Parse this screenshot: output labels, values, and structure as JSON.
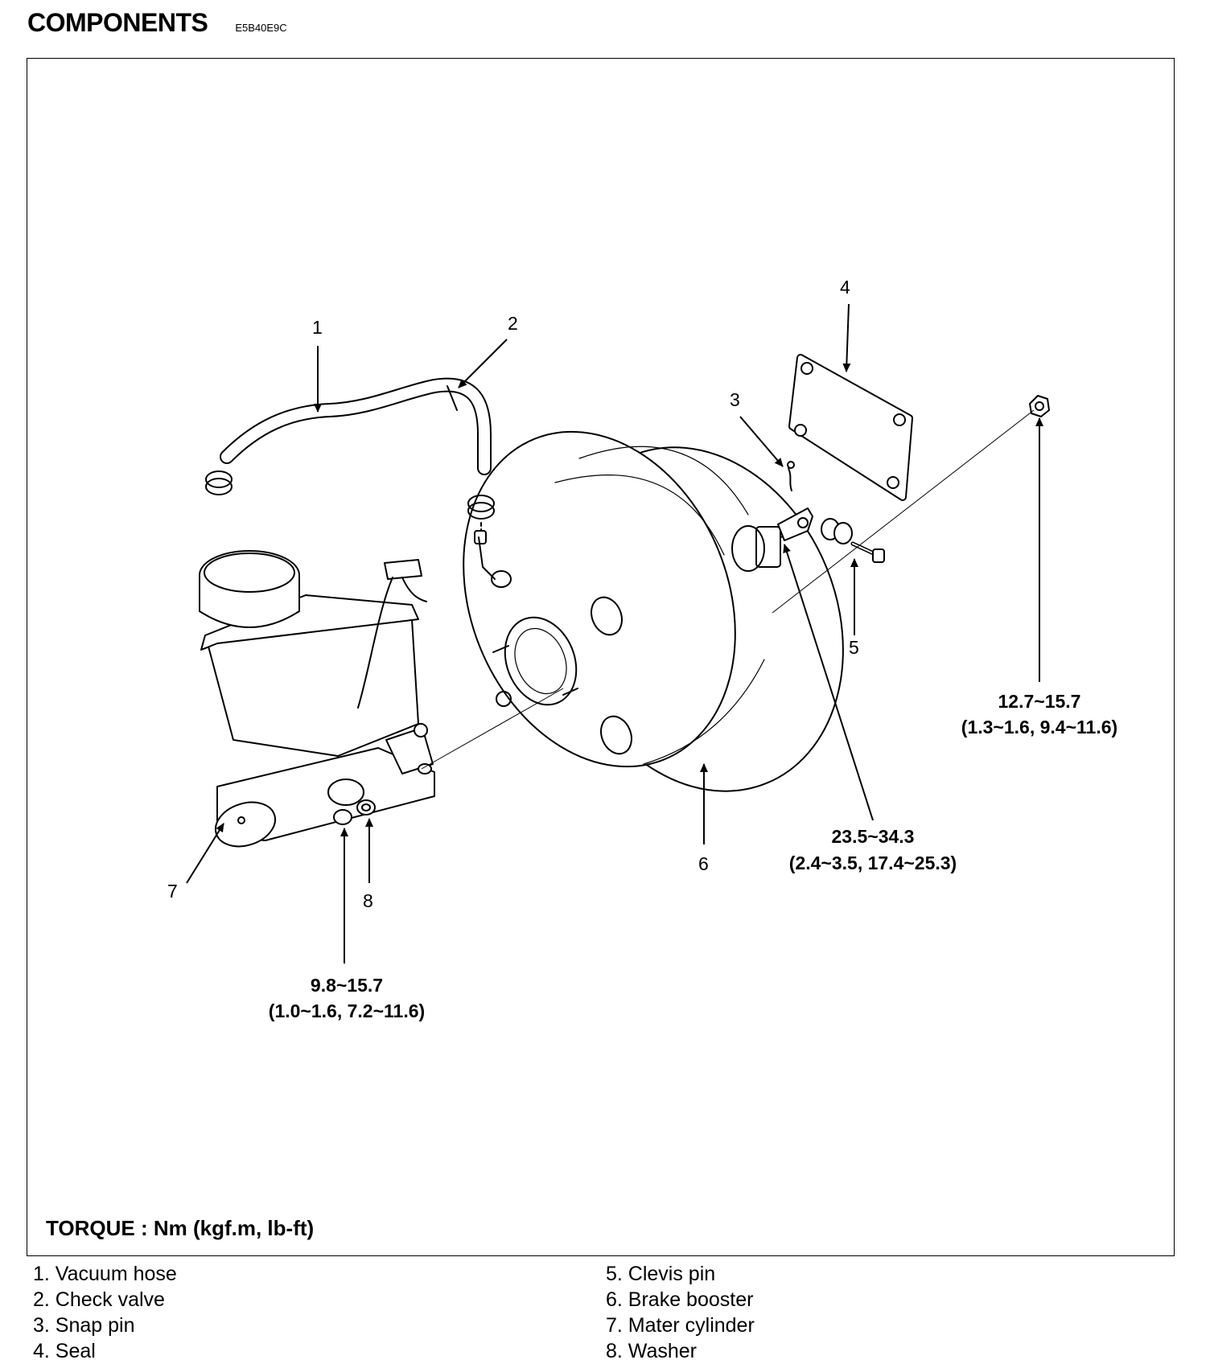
{
  "header": {
    "title": "COMPONENTS",
    "code": "E5B40E9C"
  },
  "callouts": [
    "1",
    "2",
    "3",
    "4",
    "5",
    "6",
    "7",
    "8"
  ],
  "torque_specs": [
    {
      "id": "nut-booster",
      "value": "12.7~15.7",
      "sub": "(1.3~1.6, 9.4~11.6)"
    },
    {
      "id": "clevis-nut",
      "value": "23.5~34.3",
      "sub": "(2.4~3.5, 17.4~25.3)"
    },
    {
      "id": "master-nut",
      "value": "9.8~15.7",
      "sub": "(1.0~1.6, 7.2~11.6)"
    }
  ],
  "torque_note": "TORQUE : Nm (kgf.m, lb-ft)",
  "legend_left": [
    "1. Vacuum hose",
    "2. Check valve",
    "3. Snap pin",
    "4. Seal"
  ],
  "legend_right": [
    "5. Clevis pin",
    "6. Brake booster",
    "7. Mater cylinder",
    "8. Washer"
  ]
}
